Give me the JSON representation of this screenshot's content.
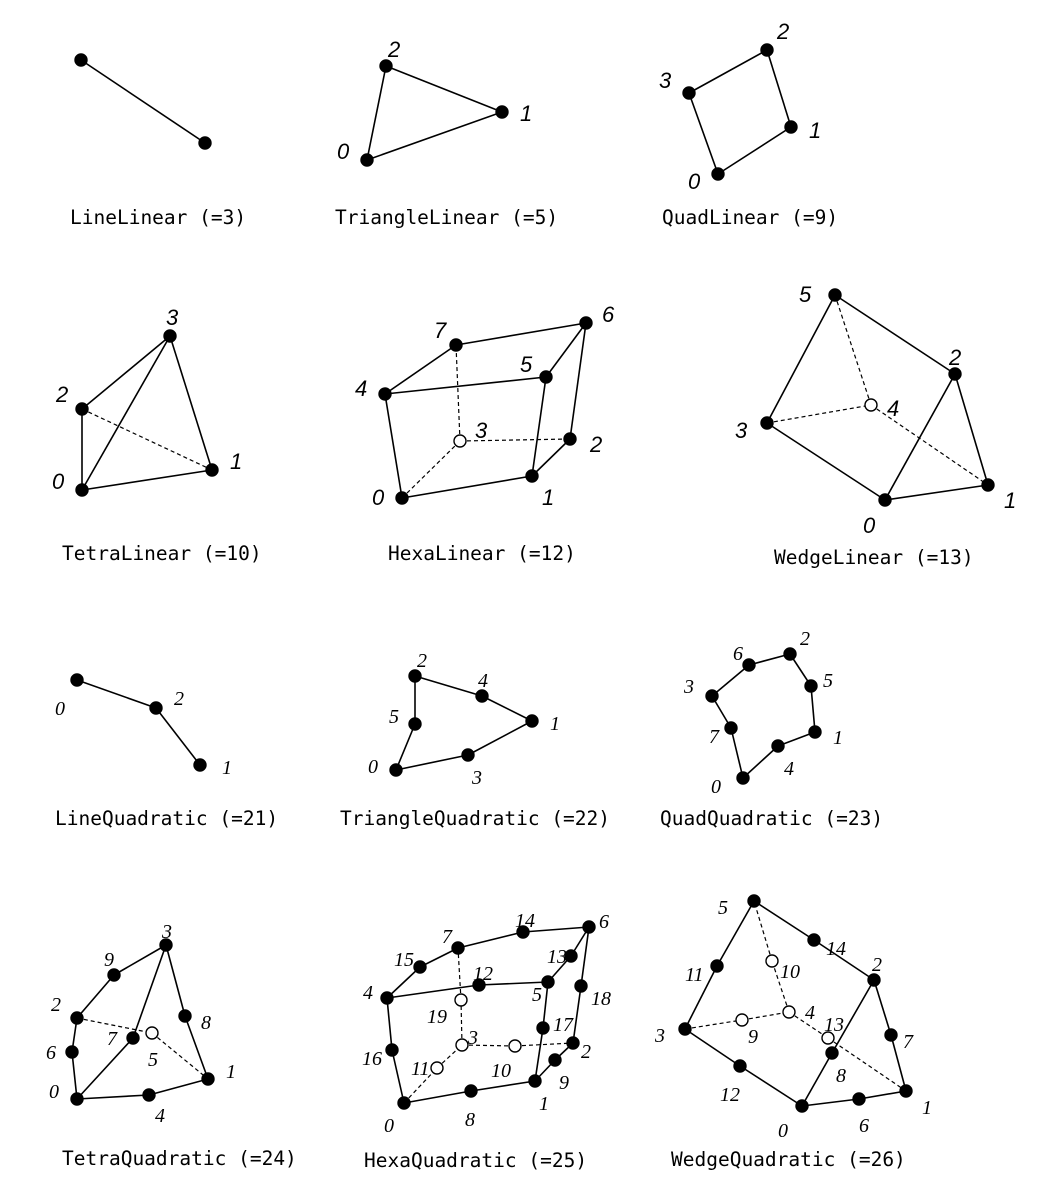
{
  "elements": [
    {
      "id": "line-linear",
      "caption": "LineLinear (=3)",
      "style": "sans",
      "nodes": [
        {
          "label": ""
        },
        {
          "label": ""
        }
      ],
      "edges": [
        [
          0,
          1,
          "s"
        ]
      ]
    },
    {
      "id": "triangle-linear",
      "caption": "TriangleLinear (=5)",
      "style": "sans",
      "nodes": [
        {
          "label": "0"
        },
        {
          "label": "1"
        },
        {
          "label": "2"
        }
      ],
      "edges": [
        [
          0,
          1,
          "s"
        ],
        [
          1,
          2,
          "s"
        ],
        [
          2,
          0,
          "s"
        ]
      ]
    },
    {
      "id": "quad-linear",
      "caption": "QuadLinear (=9)",
      "style": "sans",
      "nodes": [
        {
          "label": "0"
        },
        {
          "label": "1"
        },
        {
          "label": "2"
        },
        {
          "label": "3"
        }
      ],
      "edges": [
        [
          0,
          1,
          "s"
        ],
        [
          1,
          2,
          "s"
        ],
        [
          2,
          3,
          "s"
        ],
        [
          3,
          0,
          "s"
        ]
      ]
    },
    {
      "id": "tetra-linear",
      "caption": "TetraLinear (=10)",
      "style": "sans",
      "nodes": [
        {
          "label": "0"
        },
        {
          "label": "1"
        },
        {
          "label": "2"
        },
        {
          "label": "3"
        }
      ],
      "edges": [
        [
          0,
          1,
          "s"
        ],
        [
          0,
          2,
          "s"
        ],
        [
          0,
          3,
          "s"
        ],
        [
          1,
          3,
          "s"
        ],
        [
          2,
          3,
          "s"
        ],
        [
          2,
          1,
          "d"
        ]
      ]
    },
    {
      "id": "hexa-linear",
      "caption": "HexaLinear (=12)",
      "style": "sans",
      "nodes": [
        {
          "label": "0"
        },
        {
          "label": "1"
        },
        {
          "label": "2"
        },
        {
          "label": "3",
          "hollow": true
        },
        {
          "label": "4"
        },
        {
          "label": "5"
        },
        {
          "label": "6"
        },
        {
          "label": "7"
        }
      ],
      "edges": [
        [
          0,
          1,
          "s"
        ],
        [
          1,
          2,
          "s"
        ],
        [
          0,
          4,
          "s"
        ],
        [
          1,
          5,
          "s"
        ],
        [
          2,
          6,
          "s"
        ],
        [
          4,
          5,
          "s"
        ],
        [
          5,
          6,
          "s"
        ],
        [
          6,
          7,
          "s"
        ],
        [
          7,
          4,
          "s"
        ],
        [
          0,
          3,
          "d"
        ],
        [
          3,
          2,
          "d"
        ],
        [
          3,
          7,
          "d"
        ]
      ]
    },
    {
      "id": "wedge-linear",
      "caption": "WedgeLinear (=13)",
      "style": "sans",
      "nodes": [
        {
          "label": "0"
        },
        {
          "label": "1"
        },
        {
          "label": "2"
        },
        {
          "label": "3"
        },
        {
          "label": "4",
          "hollow": true
        },
        {
          "label": "5"
        }
      ],
      "edges": [
        [
          0,
          1,
          "s"
        ],
        [
          1,
          2,
          "s"
        ],
        [
          2,
          0,
          "s"
        ],
        [
          3,
          5,
          "s"
        ],
        [
          5,
          2,
          "s"
        ],
        [
          3,
          0,
          "s"
        ],
        [
          3,
          4,
          "d"
        ],
        [
          4,
          5,
          "d"
        ],
        [
          4,
          1,
          "d"
        ]
      ]
    },
    {
      "id": "line-quadratic",
      "caption": "LineQuadratic (=21)",
      "style": "serif",
      "nodes": [
        {
          "label": "0"
        },
        {
          "label": "1"
        },
        {
          "label": "2"
        }
      ],
      "edges": [
        [
          0,
          2,
          "s"
        ],
        [
          2,
          1,
          "s"
        ]
      ]
    },
    {
      "id": "triangle-quadratic",
      "caption": "TriangleQuadratic (=22)",
      "style": "serif",
      "nodes": [
        {
          "label": "0"
        },
        {
          "label": "1"
        },
        {
          "label": "2"
        },
        {
          "label": "3"
        },
        {
          "label": "4"
        },
        {
          "label": "5"
        }
      ],
      "edges": [
        [
          0,
          3,
          "s"
        ],
        [
          3,
          1,
          "s"
        ],
        [
          1,
          4,
          "s"
        ],
        [
          4,
          2,
          "s"
        ],
        [
          2,
          5,
          "s"
        ],
        [
          5,
          0,
          "s"
        ]
      ]
    },
    {
      "id": "quad-quadratic",
      "caption": "QuadQuadratic (=23)",
      "style": "serif",
      "nodes": [
        {
          "label": "0"
        },
        {
          "label": "1"
        },
        {
          "label": "2"
        },
        {
          "label": "3"
        },
        {
          "label": "4"
        },
        {
          "label": "5"
        },
        {
          "label": "6"
        },
        {
          "label": "7"
        }
      ],
      "edges": [
        [
          0,
          4,
          "s"
        ],
        [
          4,
          1,
          "s"
        ],
        [
          1,
          5,
          "s"
        ],
        [
          5,
          2,
          "s"
        ],
        [
          2,
          6,
          "s"
        ],
        [
          6,
          3,
          "s"
        ],
        [
          3,
          7,
          "s"
        ],
        [
          7,
          0,
          "s"
        ]
      ]
    },
    {
      "id": "tetra-quadratic",
      "caption": "TetraQuadratic (=24)",
      "style": "serif",
      "nodes": [
        {
          "label": "0"
        },
        {
          "label": "1"
        },
        {
          "label": "2"
        },
        {
          "label": "3"
        },
        {
          "label": "4"
        },
        {
          "label": "5",
          "hollow": true
        },
        {
          "label": "6"
        },
        {
          "label": "7"
        },
        {
          "label": "8"
        },
        {
          "label": "9"
        }
      ],
      "edges": [
        [
          0,
          4,
          "s"
        ],
        [
          4,
          1,
          "s"
        ],
        [
          0,
          6,
          "s"
        ],
        [
          6,
          2,
          "s"
        ],
        [
          2,
          9,
          "s"
        ],
        [
          9,
          3,
          "s"
        ],
        [
          0,
          7,
          "s"
        ],
        [
          7,
          3,
          "s"
        ],
        [
          1,
          8,
          "s"
        ],
        [
          8,
          3,
          "s"
        ],
        [
          2,
          5,
          "d"
        ],
        [
          5,
          1,
          "d"
        ]
      ]
    },
    {
      "id": "hexa-quadratic",
      "caption": "HexaQuadratic (=25)",
      "style": "serif",
      "nodes": [
        {
          "label": "0"
        },
        {
          "label": "1"
        },
        {
          "label": "2"
        },
        {
          "label": "3",
          "hollow": true
        },
        {
          "label": "4"
        },
        {
          "label": "5"
        },
        {
          "label": "6"
        },
        {
          "label": "7"
        },
        {
          "label": "8"
        },
        {
          "label": "9"
        },
        {
          "label": "10",
          "hollow": true
        },
        {
          "label": "11",
          "hollow": true
        },
        {
          "label": "12"
        },
        {
          "label": "13"
        },
        {
          "label": "14"
        },
        {
          "label": "15"
        },
        {
          "label": "16"
        },
        {
          "label": "17"
        },
        {
          "label": "18"
        },
        {
          "label": "19",
          "hollow": true
        }
      ],
      "edges": [
        [
          0,
          8,
          "s"
        ],
        [
          8,
          1,
          "s"
        ],
        [
          1,
          9,
          "s"
        ],
        [
          9,
          2,
          "s"
        ],
        [
          0,
          16,
          "s"
        ],
        [
          16,
          4,
          "s"
        ],
        [
          1,
          17,
          "s"
        ],
        [
          17,
          5,
          "s"
        ],
        [
          2,
          18,
          "s"
        ],
        [
          18,
          6,
          "s"
        ],
        [
          4,
          12,
          "s"
        ],
        [
          12,
          5,
          "s"
        ],
        [
          5,
          13,
          "s"
        ],
        [
          13,
          6,
          "s"
        ],
        [
          6,
          14,
          "s"
        ],
        [
          14,
          7,
          "s"
        ],
        [
          7,
          15,
          "s"
        ],
        [
          15,
          4,
          "s"
        ],
        [
          0,
          11,
          "d"
        ],
        [
          11,
          3,
          "d"
        ],
        [
          3,
          10,
          "d"
        ],
        [
          10,
          2,
          "d"
        ],
        [
          3,
          19,
          "d"
        ],
        [
          19,
          7,
          "d"
        ]
      ]
    },
    {
      "id": "wedge-quadratic",
      "caption": "WedgeQuadratic (=26)",
      "style": "serif",
      "nodes": [
        {
          "label": "0"
        },
        {
          "label": "1"
        },
        {
          "label": "2"
        },
        {
          "label": "3"
        },
        {
          "label": "4",
          "hollow": true
        },
        {
          "label": "5"
        },
        {
          "label": "6"
        },
        {
          "label": "7"
        },
        {
          "label": "8"
        },
        {
          "label": "9",
          "hollow": true
        },
        {
          "label": "10",
          "hollow": true
        },
        {
          "label": "11"
        },
        {
          "label": "12"
        },
        {
          "label": "13",
          "hollow": true
        },
        {
          "label": "14"
        }
      ],
      "edges": [
        [
          0,
          6,
          "s"
        ],
        [
          6,
          1,
          "s"
        ],
        [
          1,
          7,
          "s"
        ],
        [
          7,
          2,
          "s"
        ],
        [
          2,
          8,
          "s"
        ],
        [
          8,
          0,
          "s"
        ],
        [
          3,
          11,
          "s"
        ],
        [
          11,
          5,
          "s"
        ],
        [
          5,
          14,
          "s"
        ],
        [
          14,
          2,
          "s"
        ],
        [
          3,
          12,
          "s"
        ],
        [
          12,
          0,
          "s"
        ],
        [
          3,
          9,
          "d"
        ],
        [
          9,
          4,
          "d"
        ],
        [
          4,
          10,
          "d"
        ],
        [
          10,
          5,
          "d"
        ],
        [
          4,
          13,
          "d"
        ],
        [
          13,
          1,
          "d"
        ]
      ]
    }
  ]
}
